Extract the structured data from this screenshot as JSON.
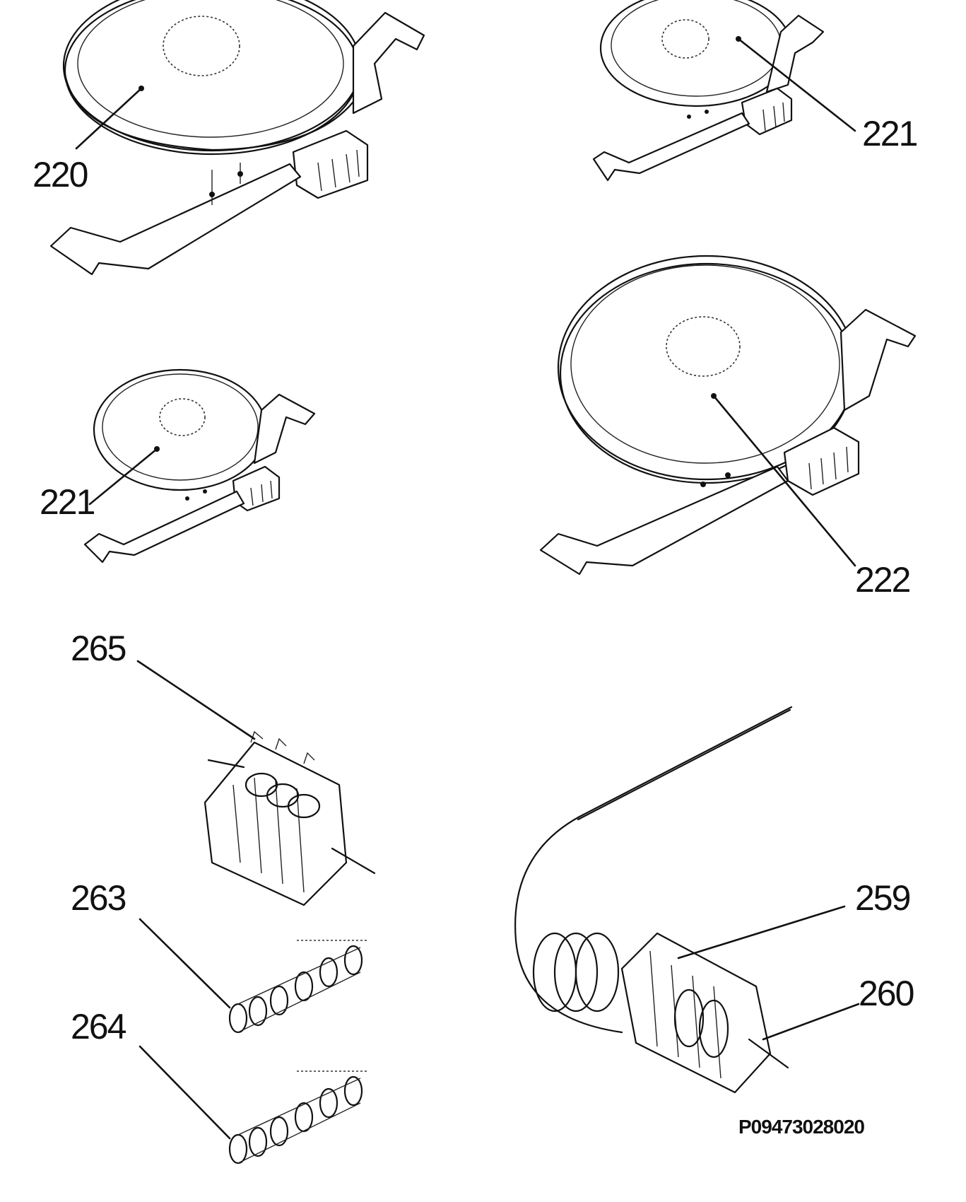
{
  "parts": {
    "p220": "220",
    "p221_top": "221",
    "p221_left": "221",
    "p222": "222",
    "p265": "265",
    "p263": "263",
    "p264": "264",
    "p259": "259",
    "p260": "260"
  },
  "drawing_code": "P09473028020"
}
